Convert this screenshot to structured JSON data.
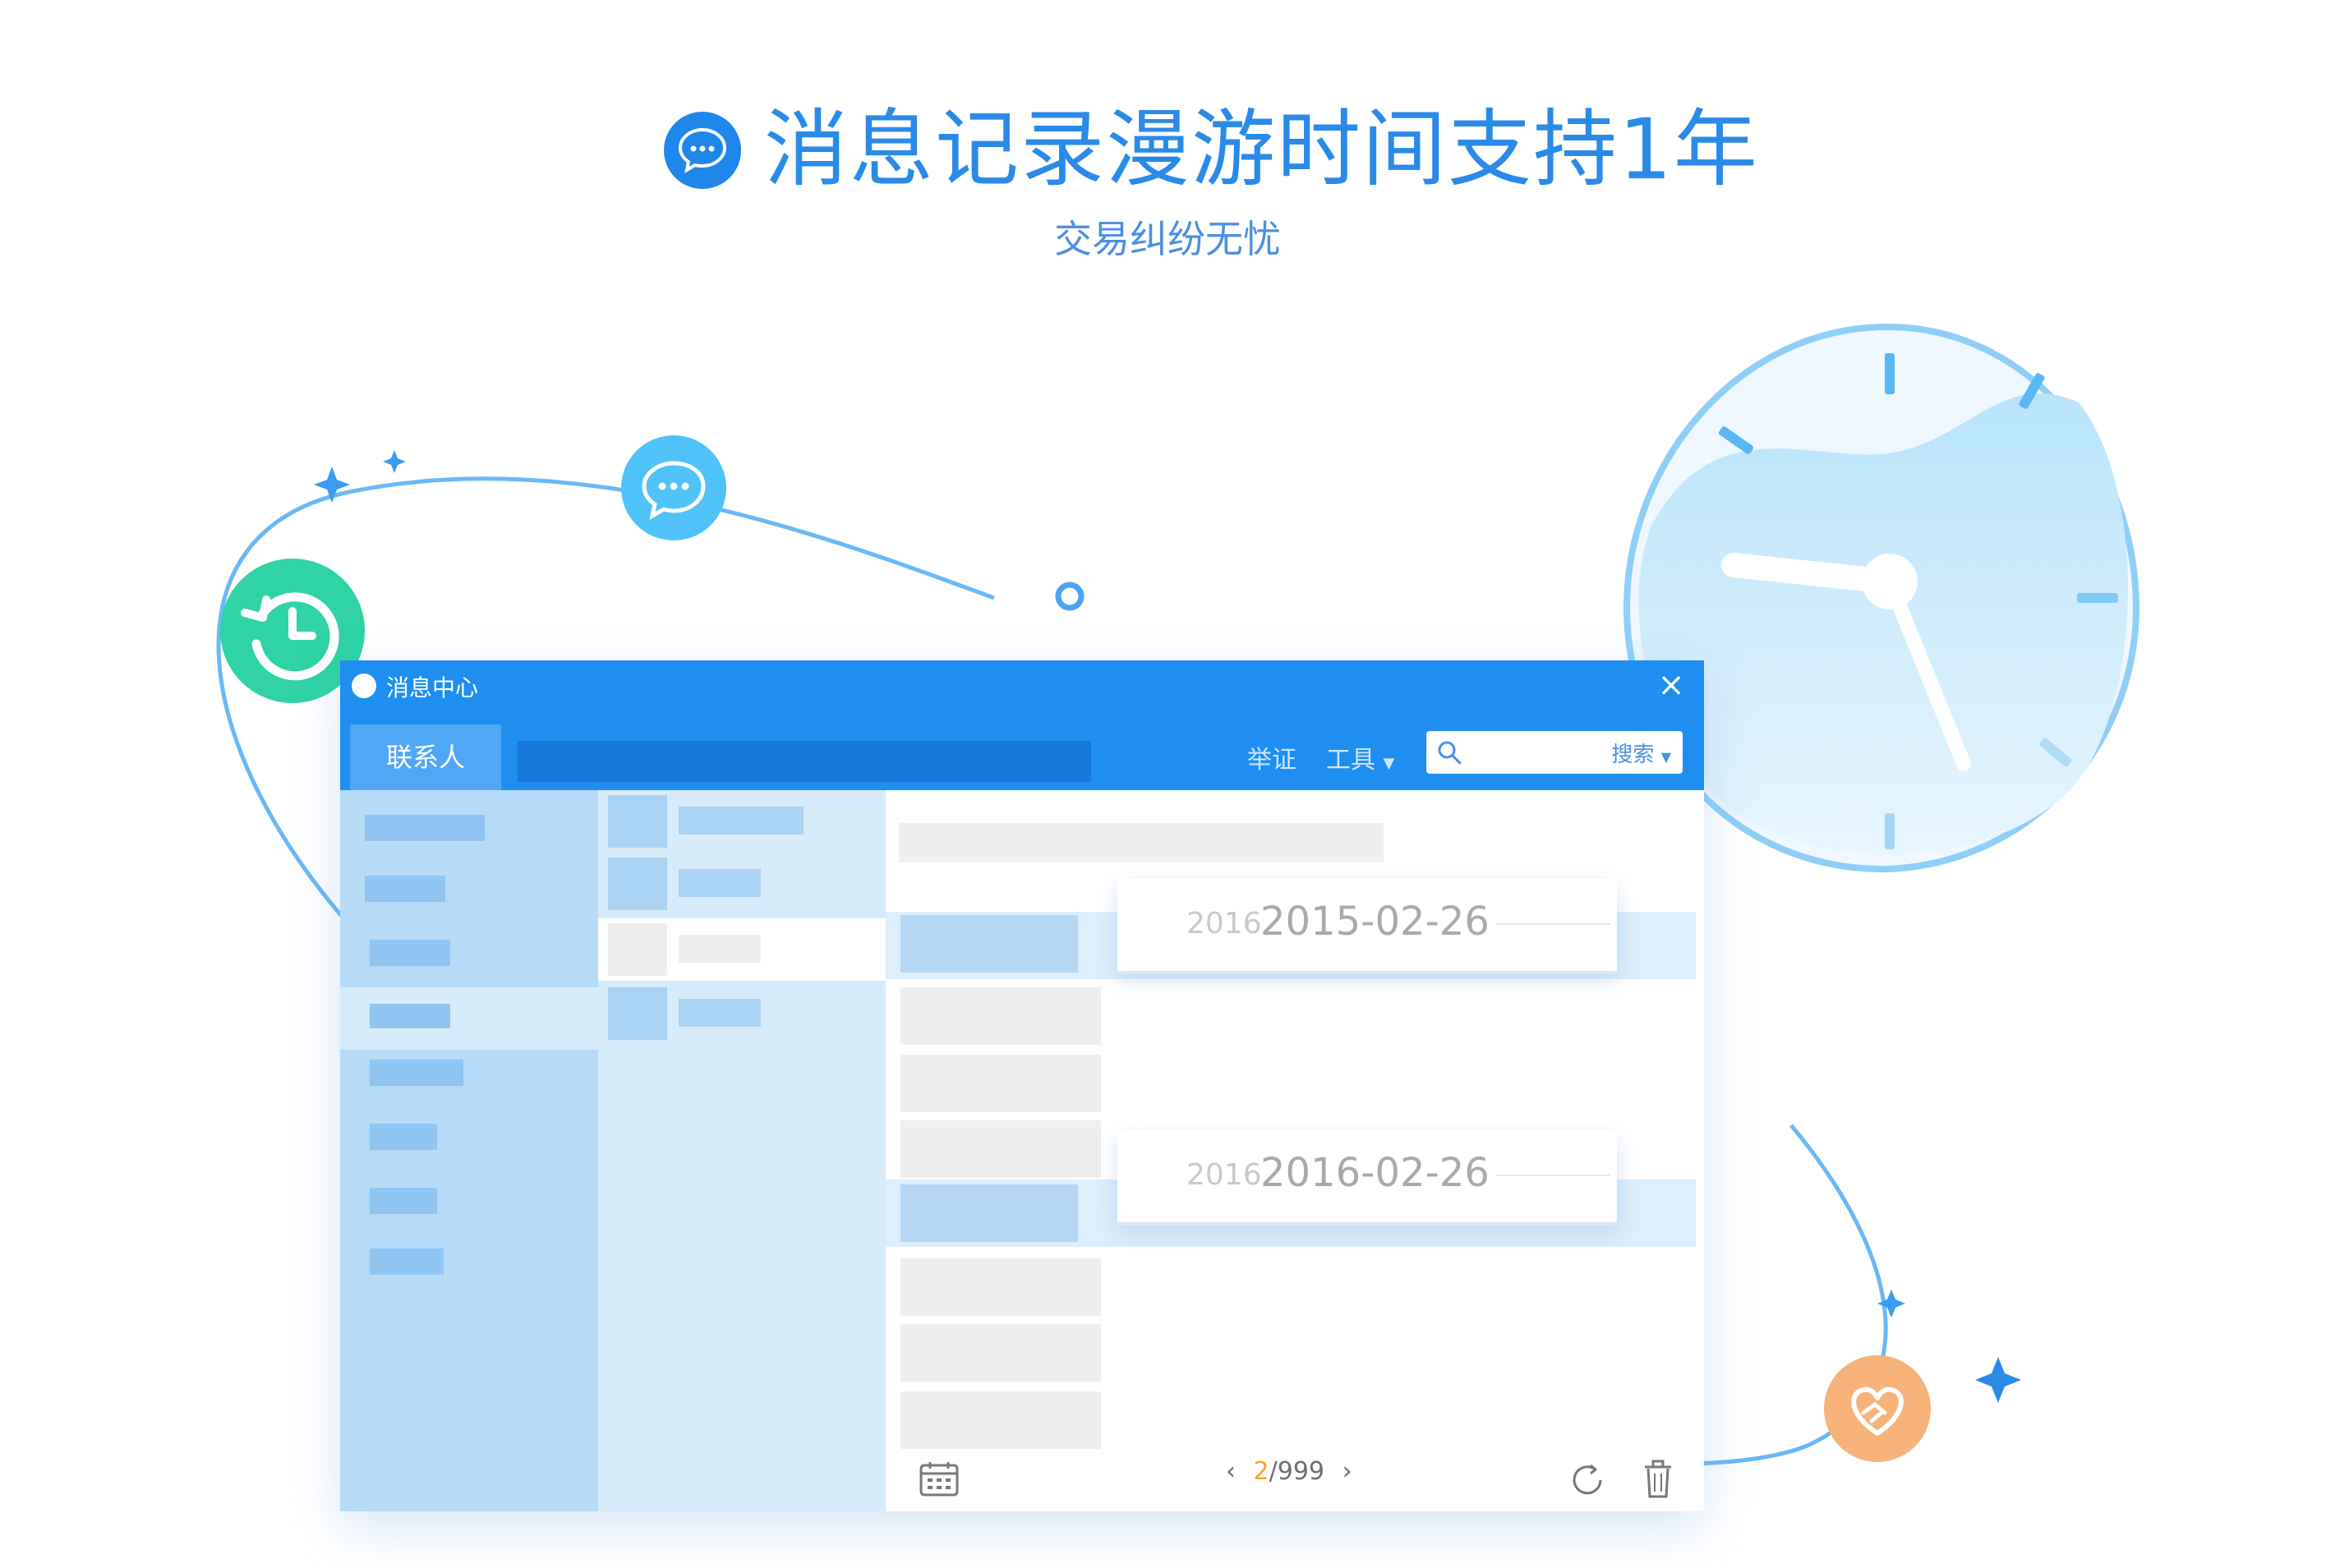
{
  "header": {
    "headline": "消息记录漫游时间支持1年",
    "subline": "交易纠纷无忧"
  },
  "window": {
    "title": "消息中心",
    "close_symbol": "×",
    "toolbar": {
      "contacts_tab": "联系人",
      "report_link": "举证",
      "tools_link": "工具",
      "search_label": "搜索"
    },
    "date_cards": [
      {
        "small": "2016",
        "big": "2015-02-26"
      },
      {
        "small": "2016",
        "big": "2016-02-26"
      }
    ],
    "pager": {
      "current": "2",
      "total": "/999",
      "prev": "‹",
      "next": "›"
    }
  },
  "colors": {
    "brand_blue": "#1e8ef0",
    "title_blue": "#2a8ae8",
    "green": "#2fd3a5",
    "orange": "#f7b37a",
    "light_blue": "#4fc3f7"
  },
  "icons": [
    "chat-icon",
    "history-icon",
    "handshake-icon",
    "clock-illustration",
    "search-icon",
    "calendar-icon",
    "refresh-icon",
    "trash-icon",
    "close-icon"
  ]
}
